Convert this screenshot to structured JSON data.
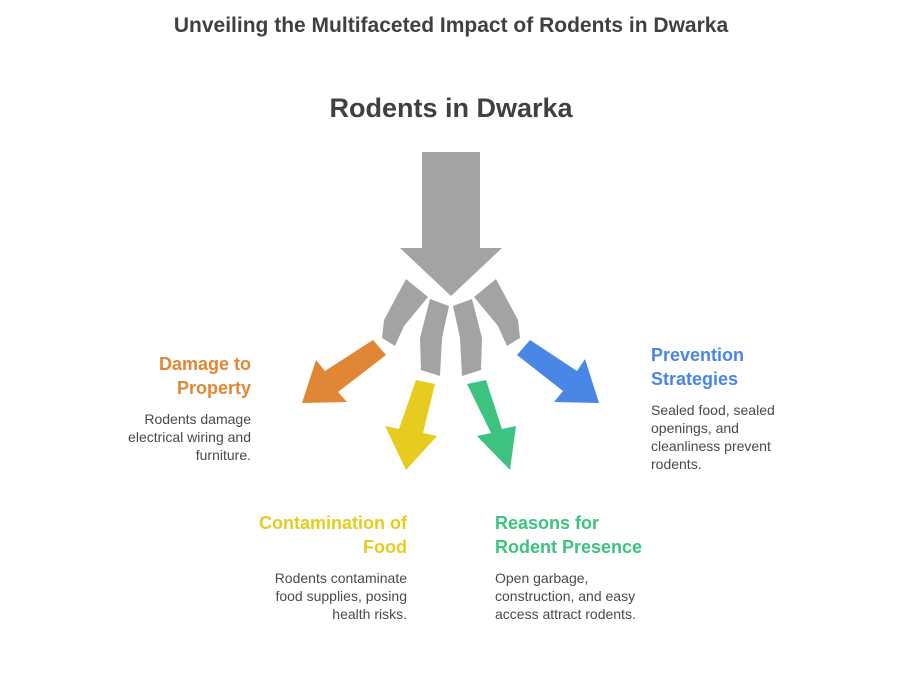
{
  "title": "Unveiling the Multifaceted Impact of Rodents in Dwarka",
  "center": "Rodents in Dwarka",
  "colors": {
    "main_arrow": "#A3A3A3",
    "damage": "#E08634",
    "contamination": "#E5CC1E",
    "reasons": "#3DC37F",
    "prevention": "#4A86E6"
  },
  "branches": {
    "damage": {
      "title_line1": "Damage to",
      "title_line2": "Property",
      "desc_line1": "Rodents damage",
      "desc_line2": "electrical wiring and",
      "desc_line3": "furniture."
    },
    "contamination": {
      "title_line1": "Contamination of",
      "title_line2": "Food",
      "desc_line1": "Rodents contaminate",
      "desc_line2": "food supplies, posing",
      "desc_line3": "health risks."
    },
    "reasons": {
      "title_line1": "Reasons for",
      "title_line2": "Rodent Presence",
      "desc_line1": "Open garbage,",
      "desc_line2": "construction, and easy",
      "desc_line3": "access attract rodents."
    },
    "prevention": {
      "title_line1": "Prevention",
      "title_line2": "Strategies",
      "desc_line1": "Sealed food, sealed",
      "desc_line2": "openings, and",
      "desc_line3": "cleanliness prevent",
      "desc_line4": "rodents."
    }
  }
}
